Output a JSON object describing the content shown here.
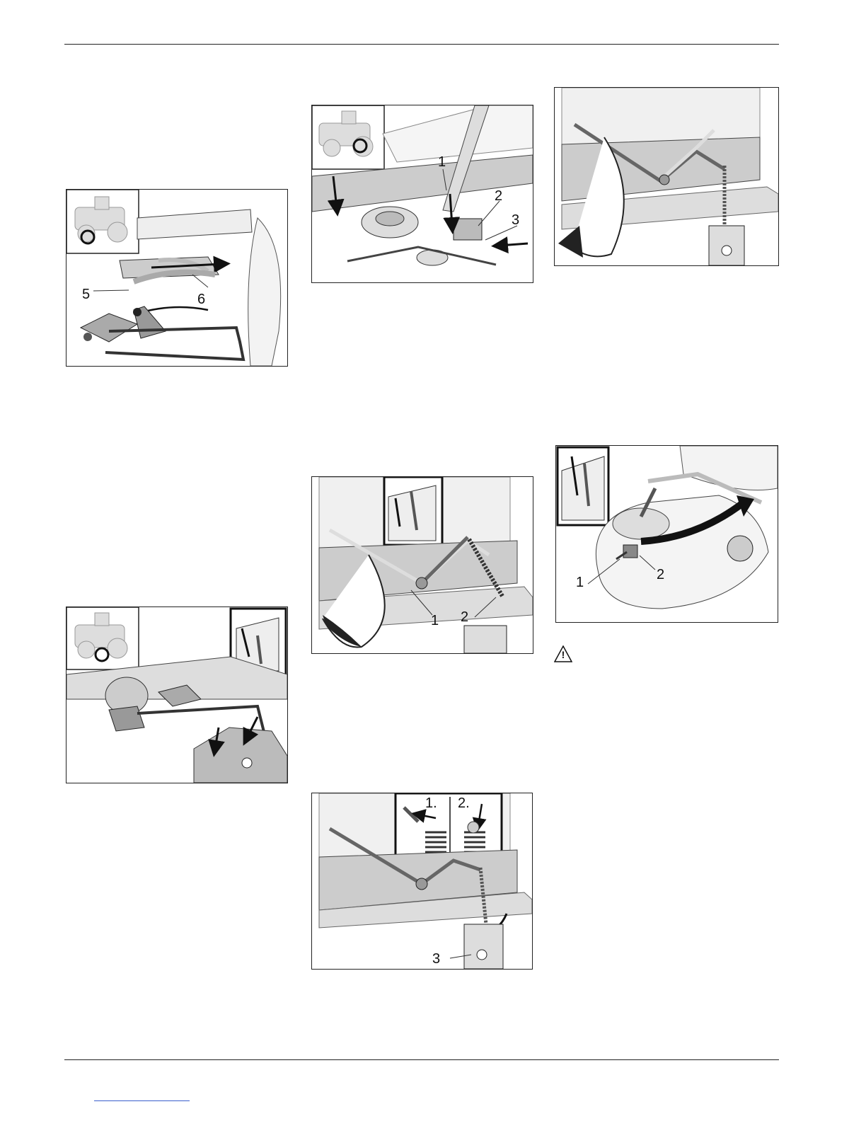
{
  "figures": [
    {
      "id": "fig-a",
      "callouts": [
        "5",
        "6"
      ]
    },
    {
      "id": "fig-b",
      "callouts": [
        "1",
        "2",
        "3"
      ]
    },
    {
      "id": "fig-c",
      "callouts": []
    },
    {
      "id": "fig-d",
      "callouts": []
    },
    {
      "id": "fig-e",
      "callouts": [
        "1",
        "2"
      ]
    },
    {
      "id": "fig-f",
      "callouts": [
        "1",
        "2"
      ]
    },
    {
      "id": "fig-g",
      "callouts": [
        "1.",
        "2.",
        "3"
      ]
    }
  ],
  "warning": {
    "icon": "warning-triangle-icon",
    "symbol": "!"
  }
}
